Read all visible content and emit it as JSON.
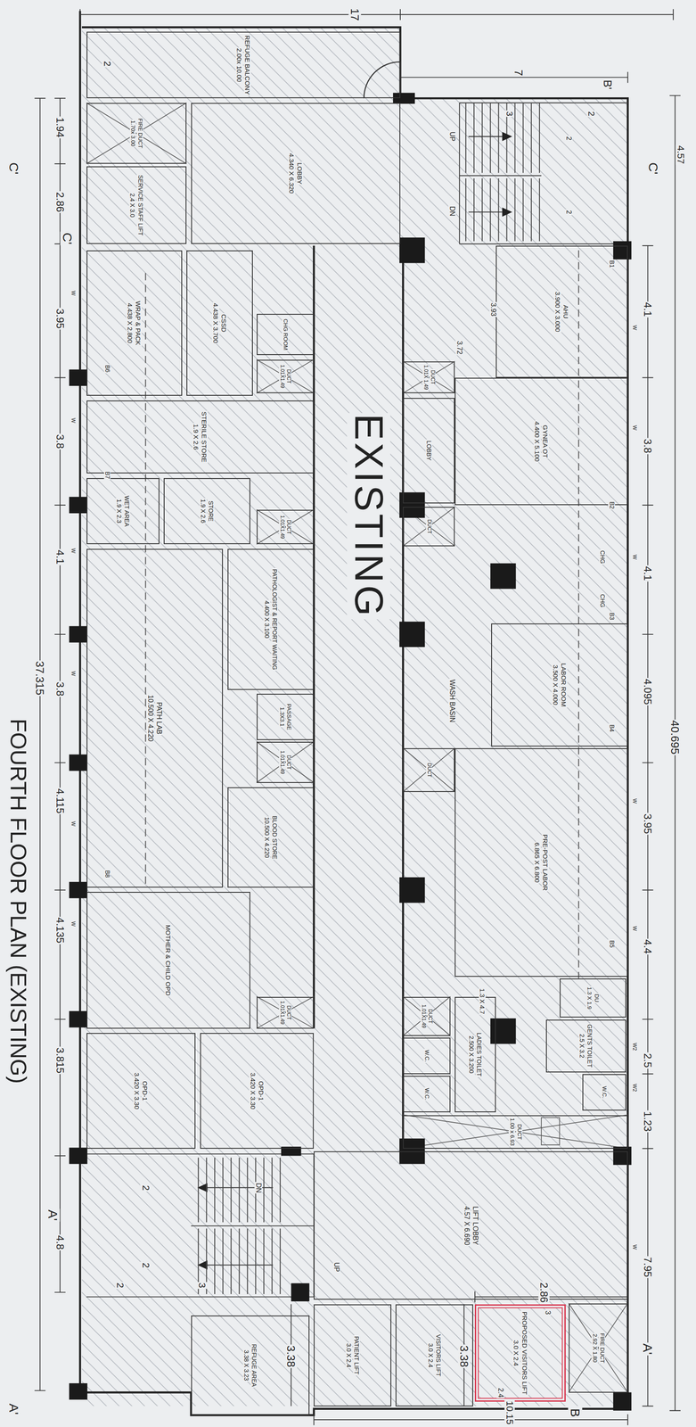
{
  "diagram": {
    "title": "FOURTH FLOOR PLAN (EXISTING)",
    "nodes": [
      {
        "text": [
          "REFUGE BALCONY",
          "2.00x 10.00"
        ]
      },
      {
        "text": [
          "FIRE DUCT",
          "1.70x 3.00"
        ]
      },
      {
        "text": [
          "SERVICE STAFF LIFT",
          "2.4 X 3.0"
        ]
      },
      {
        "text": [
          "LOBBY",
          "4.340 X 6.320"
        ]
      },
      {
        "text": [
          "AHU",
          "3.900 X 3.000"
        ]
      },
      {
        "text": [
          "WRAP & PACK",
          "4.438 X 2.800"
        ]
      },
      {
        "text": [
          "CSSD",
          "4.438 X 3.700"
        ]
      },
      {
        "text": [
          "CHG ROOM"
        ]
      },
      {
        "text": [
          "DUCT",
          "1.01X1.49"
        ]
      },
      {
        "text": [
          "DUCT",
          "1.01X 1.49"
        ]
      },
      {
        "text": [
          "GYNEA OT",
          "4.400 X 5.100"
        ]
      },
      {
        "text": [
          "LOBBY"
        ]
      },
      {
        "text": [
          "DUCT"
        ]
      },
      {
        "text": [
          "STERILE STORE",
          "1.9 X 2.6"
        ]
      },
      {
        "text": [
          "WET AREA",
          "1.9 X 2.3"
        ]
      },
      {
        "text": [
          "STORE",
          "1.9 X 2.6"
        ]
      },
      {
        "text": [
          "DUCT",
          "1.01X1.49"
        ]
      },
      {
        "text": [
          "PATH LAB",
          "10.500 X 4.220"
        ]
      },
      {
        "text": [
          "PATHOLOGIST & REPORT WAITING",
          "4.400 X 3.100"
        ]
      },
      {
        "text": [
          "LABOR ROOM",
          "3.500 X 4.000"
        ]
      },
      {
        "text": [
          "PASSAGE",
          "1.3X3.1"
        ]
      },
      {
        "text": [
          "DUCT",
          "1.01X1.49"
        ]
      },
      {
        "text": [
          "DUCT"
        ]
      },
      {
        "text": [
          "BLOOD STORE",
          "10.500 X 4.220"
        ]
      },
      {
        "text": [
          "PRE-POST LABOR",
          "6.865 X 6.800"
        ]
      },
      {
        "text": [
          "MOTHER & CHILD OPD"
        ]
      },
      {
        "text": [
          "DUCT",
          "1.01X1.49"
        ]
      },
      {
        "text": [
          "DU",
          "1.3 X 1.9"
        ]
      },
      {
        "text": [
          "GENTS TOILET",
          "2.5 X 3.2"
        ]
      },
      {
        "text": [
          "W.C."
        ]
      },
      {
        "text": [
          "DUCT",
          "1.01X1.49"
        ]
      },
      {
        "text": [
          "LADIES TOILET",
          "2.500 X 3.200"
        ]
      },
      {
        "text": [
          "W.C."
        ]
      },
      {
        "text": [
          "W.C."
        ]
      },
      {
        "text": [
          "DUCT",
          "1.00 x 6.93"
        ]
      },
      {
        "text": [
          "OPD-1",
          "3.420 X 3.30"
        ]
      },
      {
        "text": [
          "OPD-1",
          "3.420 X 3.30"
        ]
      },
      {
        "text": [
          "LIFT LOBBY",
          "4.57 X 6.690"
        ]
      },
      {
        "text": [
          "FIRE DUCT",
          "2.92 X 1.80"
        ]
      },
      {
        "text": [
          "PROPOSED VISITORS LIFT",
          "3.0 X 2.4"
        ]
      },
      {
        "text": [
          "VISITORS LIFT",
          "3.0 X 2.4"
        ]
      },
      {
        "text": [
          "PATIENT LIFT",
          "3.0 X 2.4"
        ]
      },
      {
        "text": [
          "REFUGE AREA",
          "3.38 X 3.23"
        ]
      }
    ],
    "labels": [
      "17",
      "7",
      "B'",
      "3",
      "2",
      "2",
      "2",
      "4.57",
      "C'",
      "UP",
      "DN",
      "2",
      "1.94",
      "C'",
      "2.86",
      "C'",
      "3.93",
      "3.72",
      "B1",
      "4.1",
      "W",
      "3.95",
      "W",
      "B6",
      "EXISTING",
      "3.8",
      "W",
      "3.8",
      "W",
      "B7",
      "B2",
      "CHG",
      "CHG",
      "B3",
      "4.1",
      "W",
      "4.1",
      "W",
      "WASH BASIN",
      "4.095",
      "B4",
      "40.695",
      "3.8",
      "W",
      "37.315",
      "3.95",
      "W",
      "4.115",
      "W",
      "B8",
      "4.4",
      "W",
      "B5",
      "4.135",
      "W",
      "1.3 X 4.7",
      "2.5",
      "W2",
      "W2",
      "1.23",
      "3.815",
      "DN",
      "2",
      "UP",
      "2",
      "2",
      "3",
      "A'",
      "4.8",
      "7.95",
      "W",
      "2.86",
      "A'",
      "3",
      "2.4",
      "3.38",
      "3.38",
      "10.15",
      "B",
      "A'"
    ]
  }
}
